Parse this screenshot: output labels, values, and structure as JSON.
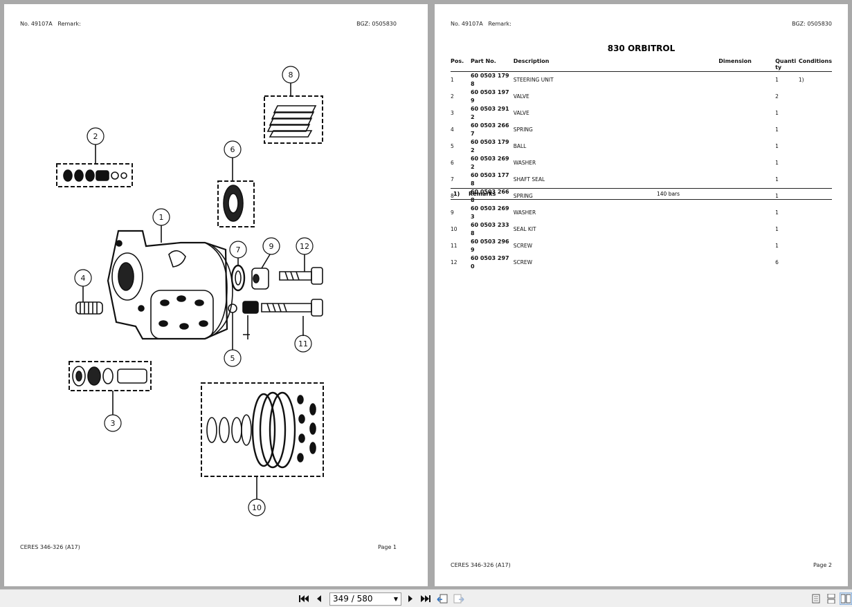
{
  "page1": {
    "header_left": "No. 49107A   Remark:",
    "header_right": "BGZ: 0505830",
    "footer_left": "CERES 346-326 (A17)",
    "footer_right": "Page 1",
    "callouts": [
      "1",
      "2",
      "3",
      "4",
      "5",
      "6",
      "7",
      "8",
      "9",
      "10",
      "11",
      "12"
    ]
  },
  "page2": {
    "header_left": "No. 49107A   Remark:",
    "header_right": "BGZ: 0505830",
    "title": "830 ORBITROL",
    "columns": {
      "pos": "Pos.",
      "part": "Part No.",
      "desc": "Description",
      "dim": "Dimension",
      "qty": "Quanti ty",
      "cond": "Conditions"
    },
    "rows": [
      {
        "pos": "1",
        "part": "60 0503 179 8",
        "desc": "STEERING UNIT",
        "dim": "",
        "qty": "1",
        "cond": "1)"
      },
      {
        "pos": "2",
        "part": "60 0503 197 9",
        "desc": "VALVE",
        "dim": "",
        "qty": "2",
        "cond": ""
      },
      {
        "pos": "3",
        "part": "60 0503 291 2",
        "desc": "VALVE",
        "dim": "",
        "qty": "1",
        "cond": ""
      },
      {
        "pos": "4",
        "part": "60 0503 266 7",
        "desc": "SPRING",
        "dim": "",
        "qty": "1",
        "cond": ""
      },
      {
        "pos": "5",
        "part": "60 0503 179 2",
        "desc": "BALL",
        "dim": "",
        "qty": "1",
        "cond": ""
      },
      {
        "pos": "6",
        "part": "60 0503 269 2",
        "desc": "WASHER",
        "dim": "",
        "qty": "1",
        "cond": ""
      },
      {
        "pos": "7",
        "part": "60 0503 177 8",
        "desc": "SHAFT SEAL",
        "dim": "",
        "qty": "1",
        "cond": ""
      },
      {
        "pos": "8",
        "part": "60 0503 266 8",
        "desc": "SPRING",
        "dim": "",
        "qty": "1",
        "cond": ""
      },
      {
        "pos": "9",
        "part": "60 0503 269 3",
        "desc": "WASHER",
        "dim": "",
        "qty": "1",
        "cond": ""
      },
      {
        "pos": "10",
        "part": "60 0503 233 8",
        "desc": "SEAL KIT",
        "dim": "",
        "qty": "1",
        "cond": ""
      },
      {
        "pos": "11",
        "part": "60 0503 296 9",
        "desc": "SCREW",
        "dim": "",
        "qty": "1",
        "cond": ""
      },
      {
        "pos": "12",
        "part": "60 0503 297 0",
        "desc": "SCREW",
        "dim": "",
        "qty": "6",
        "cond": ""
      }
    ],
    "remarks": {
      "num": "1)",
      "label": "Remarks",
      "text": "140 bars"
    },
    "footer_left": "CERES 346-326 (A17)",
    "footer_right": "Page 2"
  },
  "toolbar": {
    "page_indicator": "349 / 580",
    "icons": [
      "first-page-icon",
      "prev-page-icon",
      "next-page-icon",
      "last-page-icon",
      "go-back-icon",
      "go-forward-icon",
      "single-page-view-icon",
      "continuous-view-icon",
      "two-page-view-icon"
    ]
  }
}
